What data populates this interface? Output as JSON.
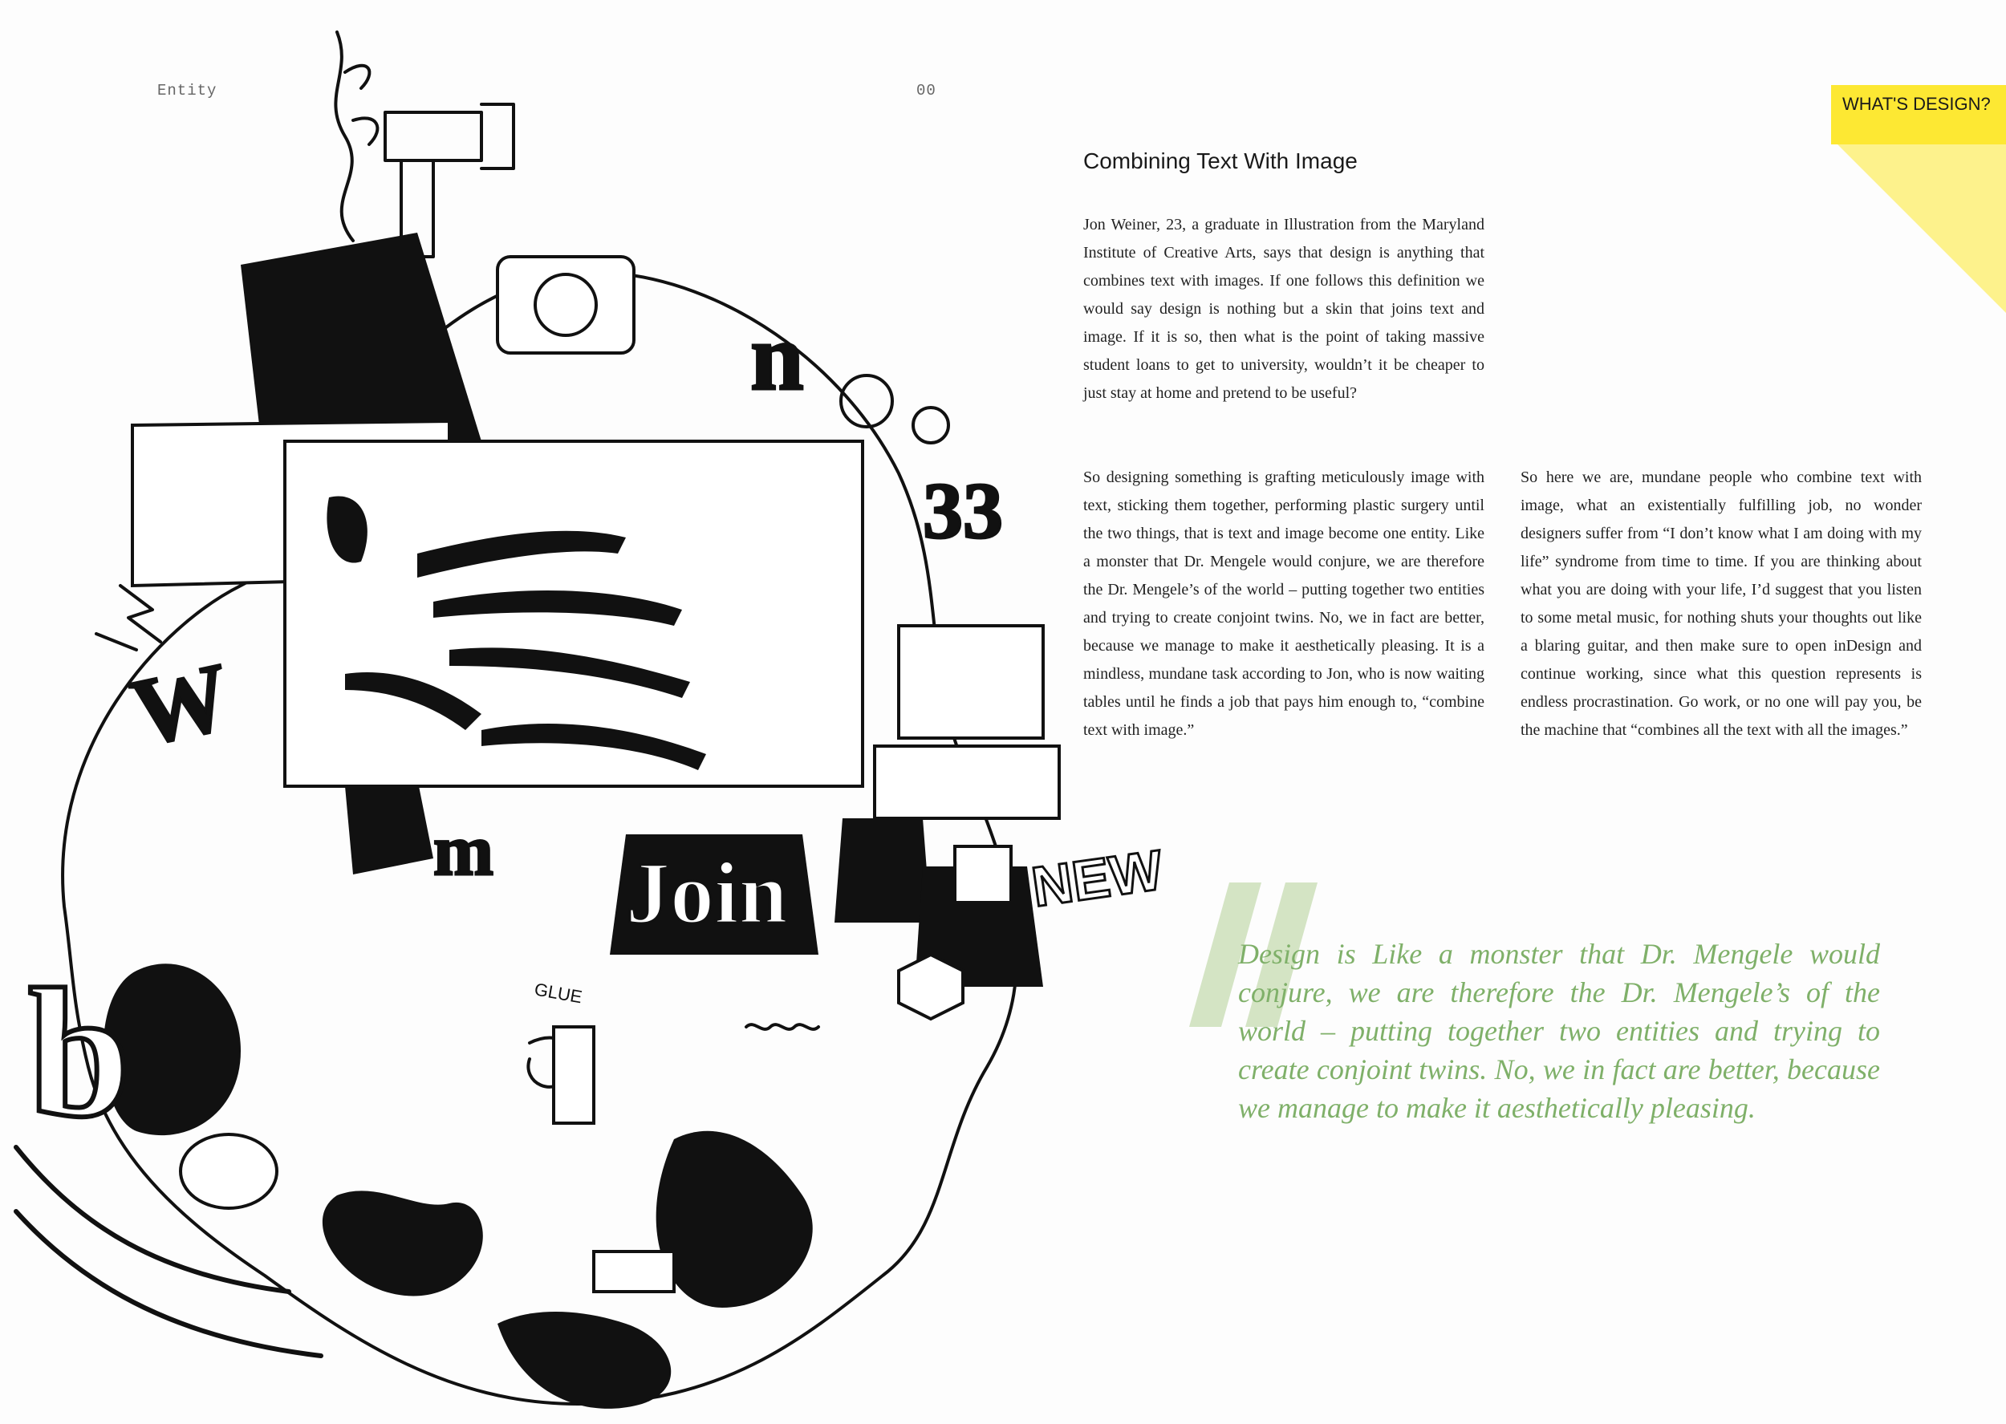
{
  "header": {
    "left_label": "Entity",
    "page_number": "00"
  },
  "tab": {
    "label": "WHAT'S DESIGN?",
    "color": "#fde833"
  },
  "article": {
    "title": "Combining Text With Image",
    "paragraphs": [
      "Jon Weiner, 23, a graduate in Illustration from the Maryland Institute of Creative Arts, says that design is anything that combines text with images. If one follows this definition we would say design is nothing but a skin that joins text and image. If it is so, then what is the point of taking massive student loans to get to university, wouldn’t it be cheaper to just stay at home and pretend to be useful?",
      "So designing something is grafting meticulously image with text, sticking them together, performing plastic surgery until the two things, that is text and image become one entity. Like a monster that Dr. Mengele would conjure, we are therefore the Dr. Mengele’s of the world – putting together two entities and trying to create conjoint twins. No, we in fact are better, because we manage to make it aesthetically pleasing. It is a mindless, mundane task according to Jon, who is now waiting tables until he finds a job that pays him enough to, “combine text with image.”",
      "So here we are, mundane people who combine text with image, what an existentially fulfilling job, no wonder designers suffer from “I don’t know what I am doing with my life” syndrome from time to time. If you are thinking about what you are doing with your life, I’d suggest that you listen to some metal music, for nothing shuts your thoughts out like a blaring guitar, and then make sure to open inDesign and continue working, since what this question represents is endless procrastination. Go work, or no one will pay you, be the machine that “combines all the text with all the images.”"
    ]
  },
  "pull_quote": {
    "text": "Design is Like a monster that Dr. Mengele would conjure, we are therefore the Dr. Mengele’s of the world – putting together two entities and trying to create conjoint twins. No, we in fact are better, because we manage to make it aesthetically pleasing.",
    "color": "#7fb069",
    "mark_color": "#d4e4c4"
  },
  "illustration": {
    "lettering": [
      "W",
      "n",
      "33",
      "Join",
      "NEW",
      "m",
      "b",
      "GLUE"
    ]
  }
}
